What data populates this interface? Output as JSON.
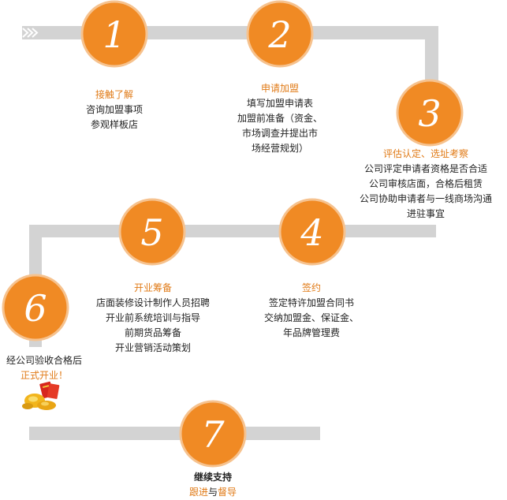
{
  "colors": {
    "track": "#d3d3d3",
    "circle_fill": "#f08a24",
    "circle_ring": "#f6c28e",
    "accent_text": "#e07a16",
    "body_text": "#222222"
  },
  "steps": [
    {
      "number": "1",
      "title": "接触了解",
      "lines": [
        "咨询加盟事项",
        "参观样板店"
      ]
    },
    {
      "number": "2",
      "title": "申请加盟",
      "lines": [
        "填写加盟申请表",
        "加盟前准备（资金、",
        "市场调查并提出市",
        "场经营规划）"
      ]
    },
    {
      "number": "3",
      "title": "评估认定、选址考察",
      "lines": [
        "公司评定申请者资格是否合适",
        "公司审核店面，合格后租赁",
        "公司协助申请者与一线商场沟通",
        "进驻事宜"
      ]
    },
    {
      "number": "4",
      "title": "签约",
      "lines": [
        "签定特许加盟合同书",
        "交纳加盟金、保证金、",
        "年品牌管理费"
      ]
    },
    {
      "number": "5",
      "title": "开业筹备",
      "lines": [
        "店面装修设计制作人员招聘",
        "开业前系统培训与指导",
        "前期货品筹备",
        "开业营销活动策划"
      ]
    },
    {
      "number": "6",
      "pre_line": "经公司验收合格后",
      "title": "正式开业！",
      "lines": []
    },
    {
      "number": "7",
      "pre_line": "继续支持",
      "title_parts": [
        "跟进",
        "与",
        "督导"
      ],
      "lines": []
    }
  ],
  "icons": {
    "start_arrow": "double-chevron-right-icon",
    "celebration": "celebration-icon"
  }
}
